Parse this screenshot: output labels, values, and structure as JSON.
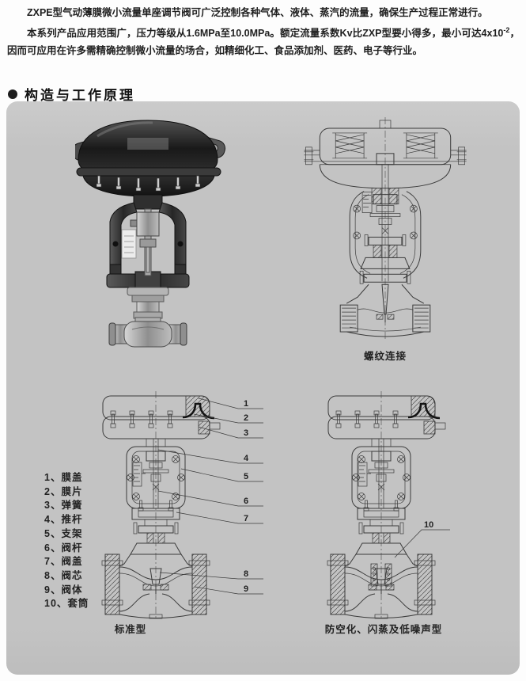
{
  "intro": {
    "p1": "ZXPE型气动薄膜微小流量单座调节阀可广泛控制各种气体、液体、蒸汽的流量，确保生产过程正常进行。",
    "p2_pre": "本系列产品应用范围广，压力等级从1.6MPa至10.0MPa。额定流量系数Kv比ZXP型要小得多，最小可达4x10",
    "p2_sup": "-2",
    "p2_post": "，因而可应用在许多需精确控制微小流量的场合，如精细化工、食品添加剂、医药、电子等行业。"
  },
  "section": {
    "title": "构造与工作原理"
  },
  "panel": {
    "threaded": {
      "caption": "螺纹连接"
    },
    "standard": {
      "caption": "标准型",
      "callouts": [
        "1",
        "2",
        "3",
        "4",
        "5",
        "6",
        "7",
        "8",
        "9"
      ]
    },
    "anti_cavitation": {
      "caption": "防空化、闪蒸及低噪声型",
      "callouts": [
        "10"
      ]
    },
    "parts_list": {
      "items": [
        "1、膜盖",
        "2、膜片",
        "3、弹簧",
        "4、推杆",
        "5、支架",
        "6、阀杆",
        "7、阀盖",
        "8、阀芯",
        "9、阀体",
        "10、套筒"
      ]
    }
  },
  "colors": {
    "page_bg": "#ffffff",
    "panel_bg": "#c5c5c5",
    "line": "#3b3b3b",
    "text": "#1c1c1c"
  }
}
